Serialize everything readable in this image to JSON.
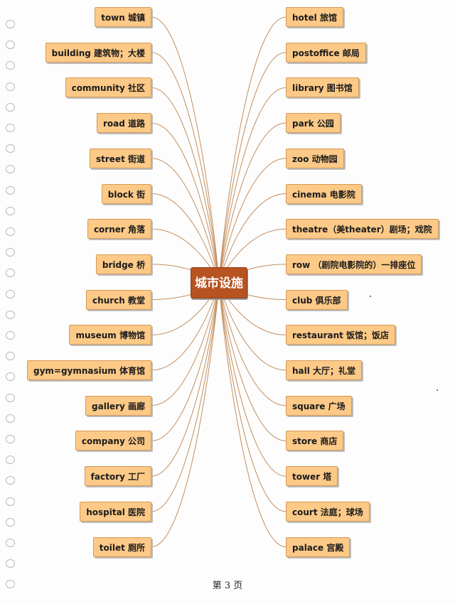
{
  "center": {
    "label": "城市设施"
  },
  "left_items": [
    "town 城镇",
    "building 建筑物；大楼",
    "community 社区",
    "road 道路",
    "street 街道",
    "block 街",
    "corner 角落",
    "bridge 桥",
    "church 教堂",
    "museum 博物馆",
    "gym=gymnasium 体育馆",
    "gallery 画廊",
    "company 公司",
    "factory 工厂",
    "hospital 医院",
    "toilet 厕所"
  ],
  "right_items": [
    "hotel 旅馆",
    "postoffice 邮局",
    "library 图书馆",
    "park 公园",
    "zoo 动物园",
    "cinema 电影院",
    "theatre（美theater）剧场；戏院",
    "row （剧院电影院的）一排座位",
    "club 俱乐部",
    "restaurant 饭馆；饭店",
    "hall 大厅；礼堂",
    "square 广场",
    "store 商店",
    "tower 塔",
    "court 法庭；球场",
    "palace 宫殿"
  ],
  "page_number": "第 3 页",
  "colors": {
    "box_fill": "#fcc987",
    "box_border": "#d59a58",
    "center_fill": "#b75320",
    "edge": "#c48e5e"
  }
}
